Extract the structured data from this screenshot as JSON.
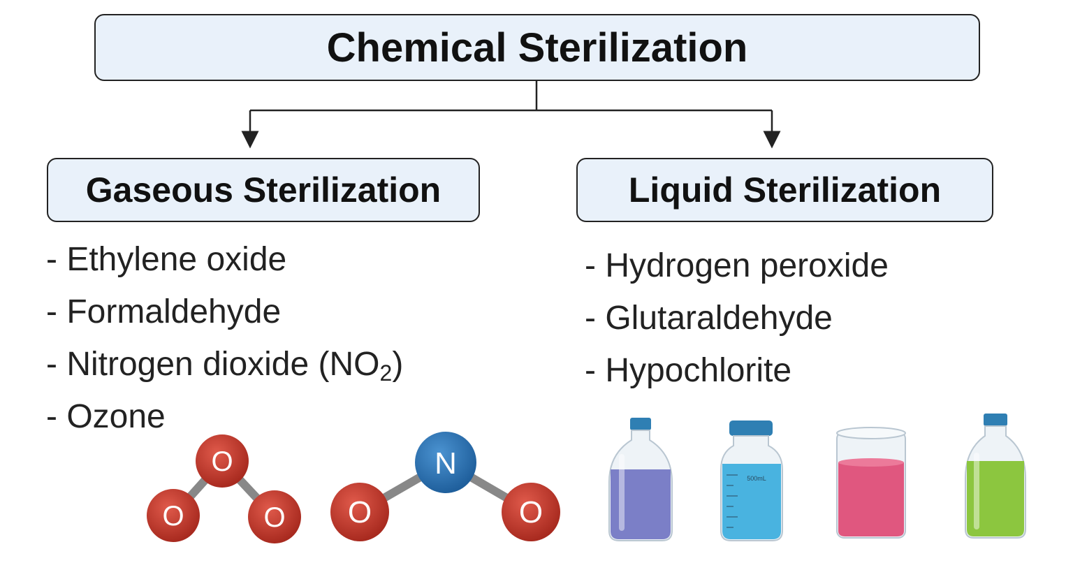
{
  "title": "Chemical Sterilization",
  "gaseous": {
    "heading": "Gaseous Sterilization",
    "items": [
      "- Ethylene oxide",
      "- Formaldehyde",
      "- Nitrogen dioxide (NO",
      "- Ozone"
    ],
    "no2_subscript": "2",
    "no2_close": ")"
  },
  "liquid": {
    "heading": "Liquid Sterilization",
    "items": [
      "- Hydrogen peroxide",
      "- Glutaraldehyde",
      "- Hypochlorite"
    ]
  },
  "molecules": {
    "ozone_atoms": [
      "O",
      "O",
      "O"
    ],
    "no2_atoms": [
      "O",
      "N",
      "O"
    ]
  },
  "bottles": {
    "label_text": "500mL",
    "liquid_colors": [
      "#7b7fc7",
      "#49b3e0",
      "#e0577f",
      "#8cc63f"
    ],
    "cap_color": "#2f7fb3"
  },
  "colors": {
    "box_fill": "#e9f1fa",
    "oxygen": "#c0392b",
    "nitrogen": "#2f78b7"
  }
}
